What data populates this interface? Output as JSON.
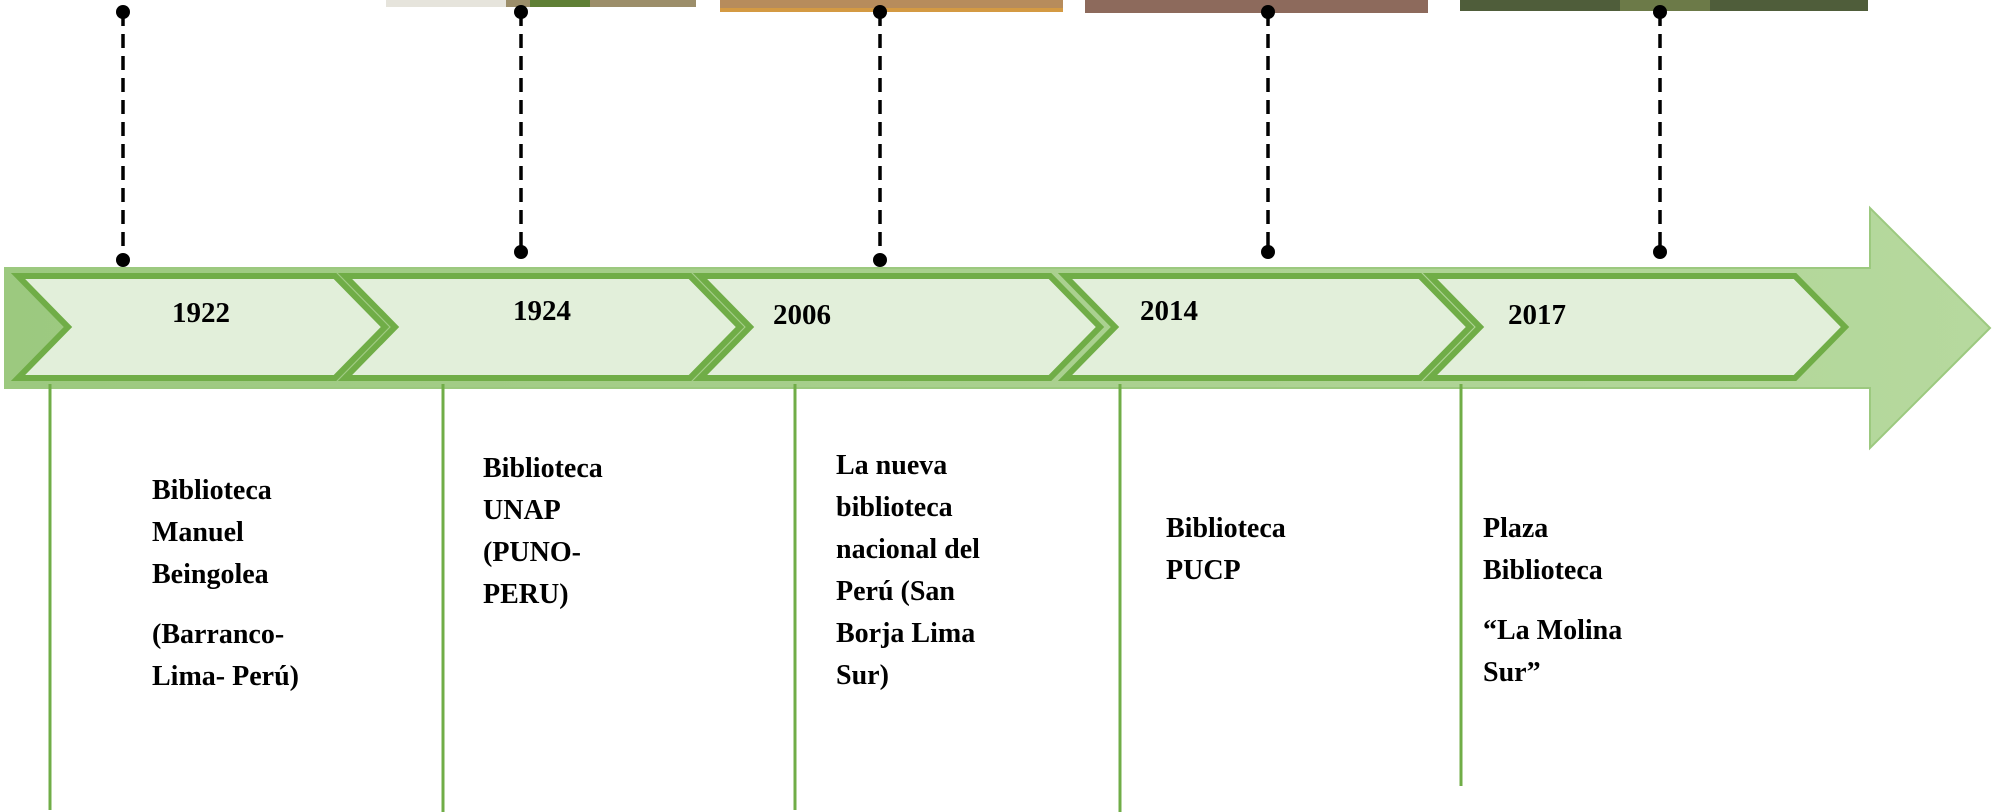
{
  "colors": {
    "arrow_fill": "#a9d08e",
    "chevron_fill": "#e2efda",
    "chevron_stroke": "#70ad47",
    "connector_line": "#70ad47",
    "dashed_line": "#000000"
  },
  "events": [
    {
      "year": "1922",
      "description": {
        "lines": [
          "Biblioteca",
          "Manuel",
          "Beingolea"
        ],
        "extra": [
          "(Barranco-",
          "Lima- Perú)"
        ]
      }
    },
    {
      "year": "1924",
      "description": {
        "lines": [
          "Biblioteca",
          "UNAP",
          "(PUNO-",
          "PERU)"
        ],
        "extra": []
      }
    },
    {
      "year": "2006",
      "description": {
        "lines": [
          "La nueva",
          "biblioteca",
          "nacional del",
          "Perú (San",
          "Borja Lima",
          "Sur)"
        ],
        "extra": []
      }
    },
    {
      "year": "2014",
      "description": {
        "lines": [
          "Biblioteca",
          "PUCP"
        ],
        "extra": []
      }
    },
    {
      "year": "2017",
      "description": {
        "lines": [
          "Plaza",
          "Biblioteca"
        ],
        "extra": [
          "“La Molina",
          "Sur”"
        ]
      }
    }
  ]
}
